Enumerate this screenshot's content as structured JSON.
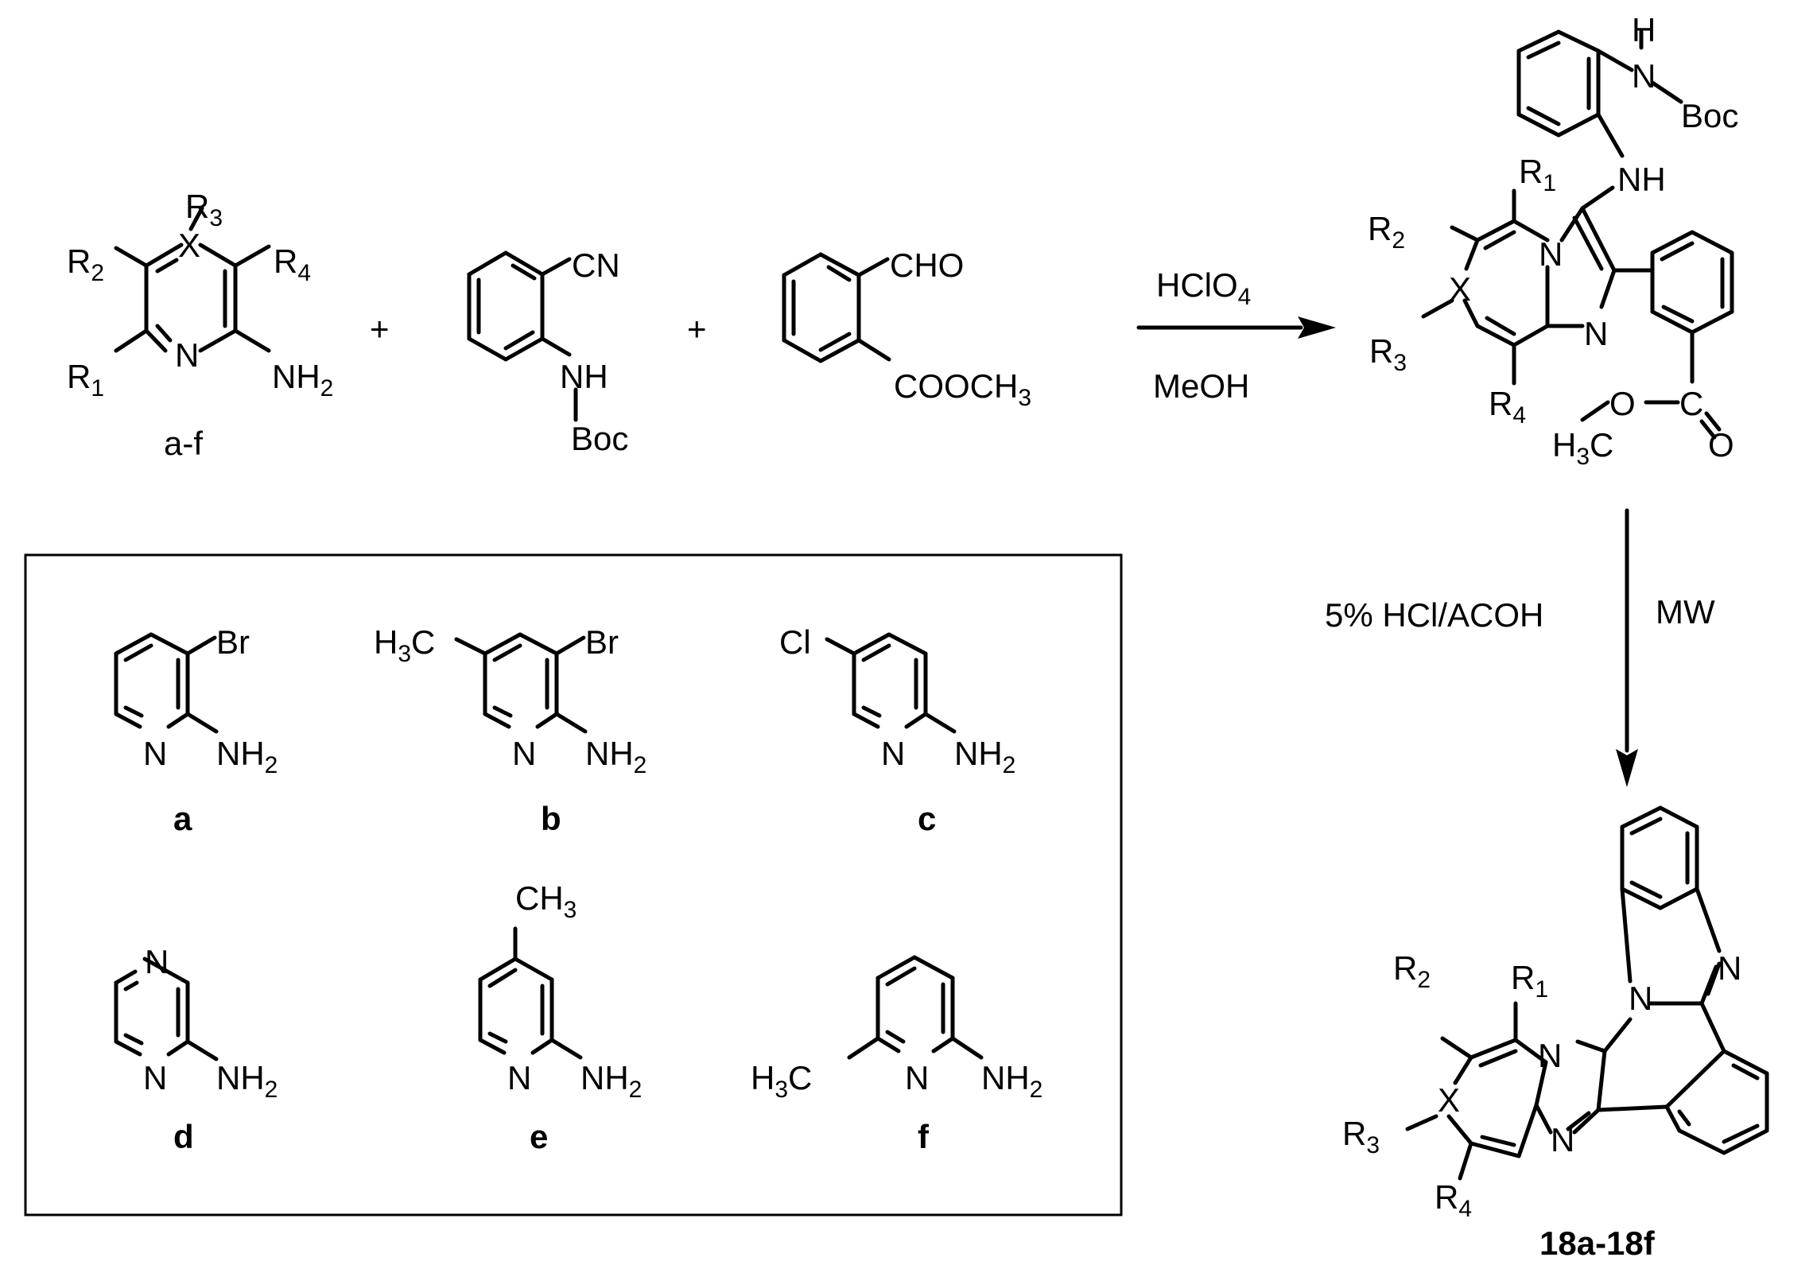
{
  "labels": {
    "r1": "R",
    "r1_sub": "1",
    "r2": "R",
    "r2_sub": "2",
    "r3": "R",
    "r3_sub": "3",
    "r4": "R",
    "r4_sub": "4",
    "x": "X",
    "n": "N",
    "nh": "NH",
    "nh2": "NH",
    "nh2_sub": "2",
    "h": "H",
    "cn": "CN",
    "cho": "CHO",
    "cooch3": "COOCH",
    "cooch3_sub": "3",
    "boc": "Boc",
    "o": "O",
    "c": "C",
    "h3c": "H",
    "h3c_sub": "3",
    "h3c_tail": "C",
    "br": "Br",
    "cl": "Cl",
    "ch3": "CH",
    "ch3_sub": "3",
    "plus": "+"
  },
  "scheme": {
    "reactant_set_label": "a-f",
    "reagent_1_pre": "HClO",
    "reagent_1_sub": "4",
    "solvent_1": "MeOH",
    "reagent_2": "5% HCl/ACOH",
    "condition_2": "MW",
    "product_label": "18a-18f"
  },
  "compounds": {
    "a": "a",
    "b": "b",
    "c": "c",
    "d": "d",
    "e": "e",
    "f": "f"
  }
}
